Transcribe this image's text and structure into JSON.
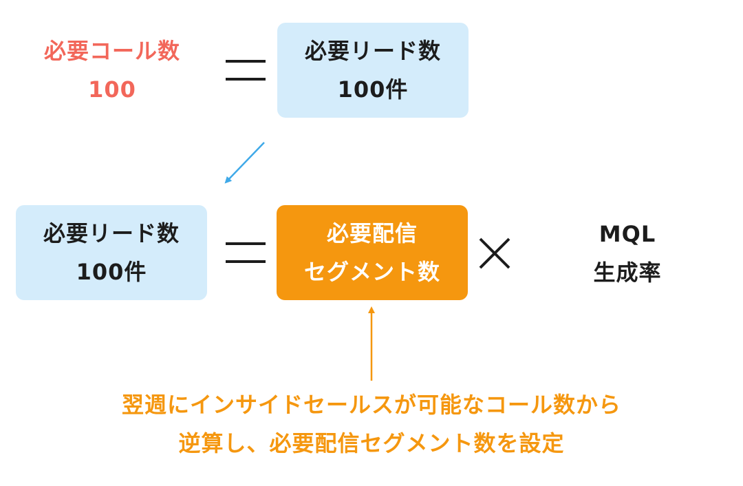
{
  "required_calls": {
    "label": "必要コール数",
    "value": "100"
  },
  "top_leads_box": {
    "label": "必要リード数",
    "value": "100件"
  },
  "bottom_leads_box": {
    "label": "必要リード数",
    "value": "100件"
  },
  "segments_box": {
    "line1": "必要配信",
    "line2": "セグメント数"
  },
  "multiply_sign": "×",
  "mql_rate": {
    "line1": "MQL",
    "line2": "生成率"
  },
  "footnote": {
    "line1": "翌週にインサイドセールスが可能なコール数から",
    "line2": "逆算し、必要配信セグメント数を設定"
  },
  "colors": {
    "salmon_text": "#f2675a",
    "orange": "#f5970f",
    "light_blue_box": "#d4ecfb",
    "blue_arrow": "#3fa9e8",
    "dark_text": "#1c1c1c"
  }
}
